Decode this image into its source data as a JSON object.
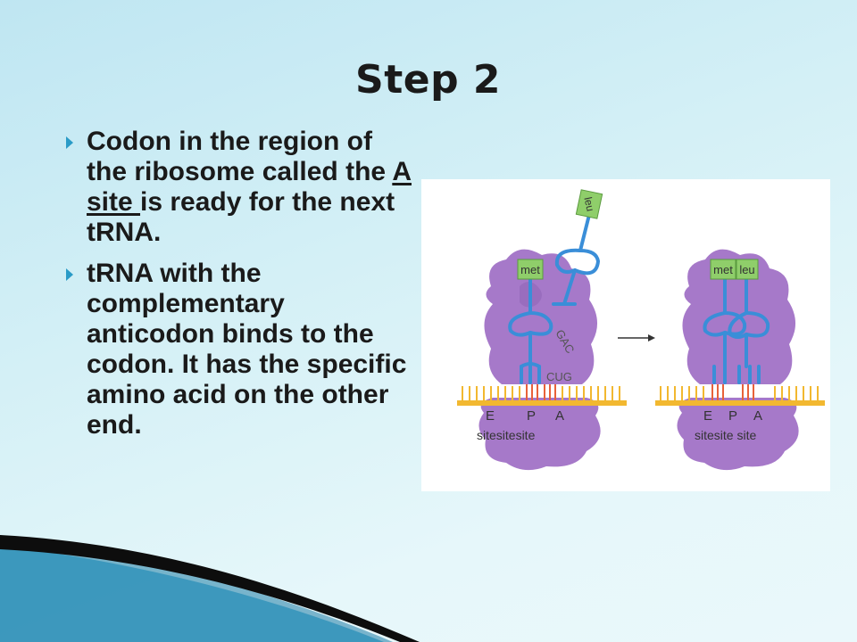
{
  "slide": {
    "title": "Step 2",
    "bullet1": {
      "before": "Codon in the region of the ribosome called the ",
      "underlined": "A site ",
      "after": "is ready for the next tRNA."
    },
    "bullet2": "tRNA with the complementary anticodon binds to the codon.  It has the specific amino acid on the other end."
  },
  "figure": {
    "left": {
      "amino_acid_1": "met",
      "amino_acid_2": "leu",
      "anticodon": "GAC",
      "codon": "CUG",
      "site_e": "E",
      "site_p": "P",
      "site_a": "A",
      "site_labels": "sitesitesite"
    },
    "right": {
      "amino_acid_1": "met",
      "amino_acid_2": "leu",
      "site_e": "E",
      "site_p": "P",
      "site_a": "A",
      "site_labels": "sitesite site"
    }
  },
  "colors": {
    "ribosome": "#a679c9",
    "trna": "#3a8ed8",
    "mrna": "#f2b830",
    "amino_box": "#8fce6a",
    "bullet": "#2a9bc7"
  }
}
